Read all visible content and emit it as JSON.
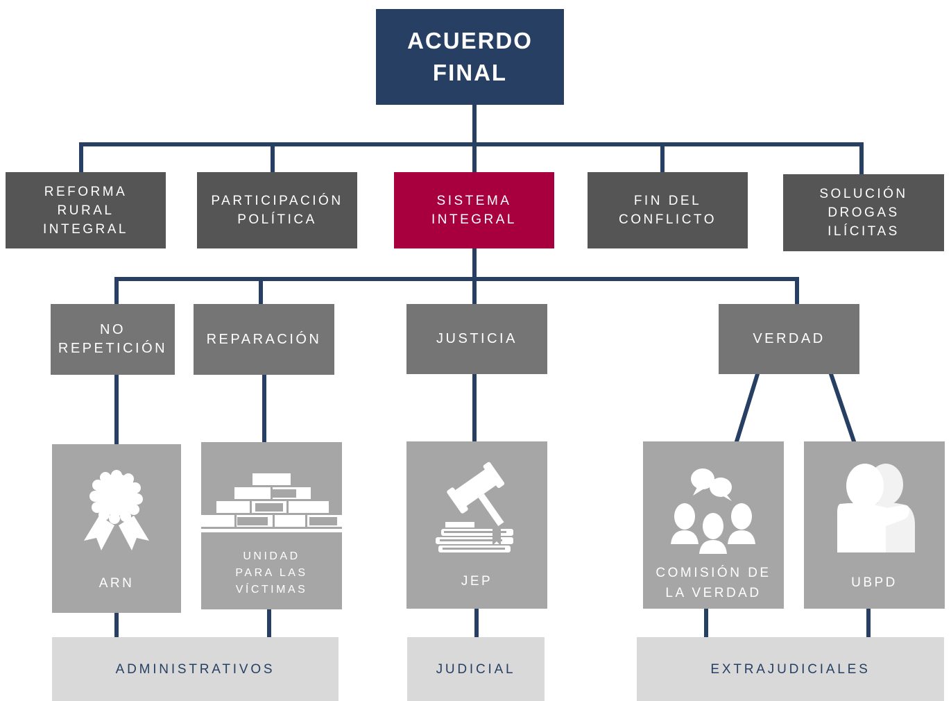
{
  "colors": {
    "navy": "#263f63",
    "accent": "#a8003f",
    "dark_gray": "#555555",
    "mid_gray": "#757575",
    "light_gray": "#a6a6a6",
    "pale_gray": "#d9d9d9"
  },
  "root": {
    "label": "ACUERDO\nFINAL"
  },
  "pillars": [
    {
      "label": "REFORMA\nRURAL\nINTEGRAL"
    },
    {
      "label": "PARTICIPACIÓN\nPOLÍTICA"
    },
    {
      "label": "SISTEMA\nINTEGRAL"
    },
    {
      "label": "FIN DEL\nCONFLICTO"
    },
    {
      "label": "SOLUCIÓN\nDROGAS\nILÍCITAS"
    }
  ],
  "components": [
    {
      "label": "NO\nREPETICIÓN"
    },
    {
      "label": "REPARACIÓN"
    },
    {
      "label": "JUSTICIA"
    },
    {
      "label": "VERDAD"
    }
  ],
  "entities": [
    {
      "label": "ARN",
      "icon": "award-rosette-icon"
    },
    {
      "label": "UNIDAD\nPARA LAS\nVÍCTIMAS",
      "icon": "bricks-icon"
    },
    {
      "label": "JEP",
      "icon": "gavel-books-icon"
    },
    {
      "label": "COMISIÓN DE\nLA VERDAD",
      "icon": "people-dialogue-icon"
    },
    {
      "label": "UBPD",
      "icon": "embrace-icon"
    }
  ],
  "categories": [
    {
      "label": "ADMINISTRATIVOS"
    },
    {
      "label": "JUDICIAL"
    },
    {
      "label": "EXTRAJUDICIALES"
    }
  ]
}
